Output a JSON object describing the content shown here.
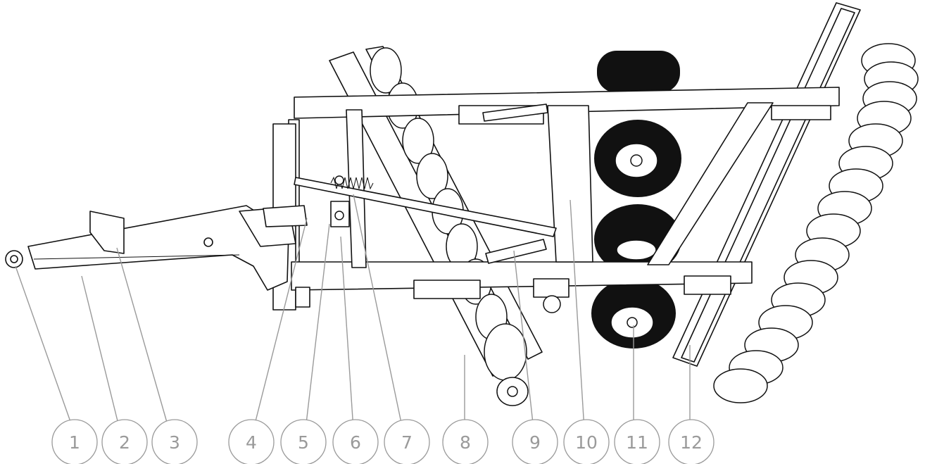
{
  "callouts": [
    {
      "number": "1"
    },
    {
      "number": "2"
    },
    {
      "number": "3"
    },
    {
      "number": "4"
    },
    {
      "number": "5"
    },
    {
      "number": "6"
    },
    {
      "number": "7"
    },
    {
      "number": "8"
    },
    {
      "number": "9"
    },
    {
      "number": "10"
    },
    {
      "number": "11"
    },
    {
      "number": "12"
    }
  ],
  "colors": {
    "line_art": "#111111",
    "callout": "#9a9a9a",
    "background": "#ffffff"
  }
}
